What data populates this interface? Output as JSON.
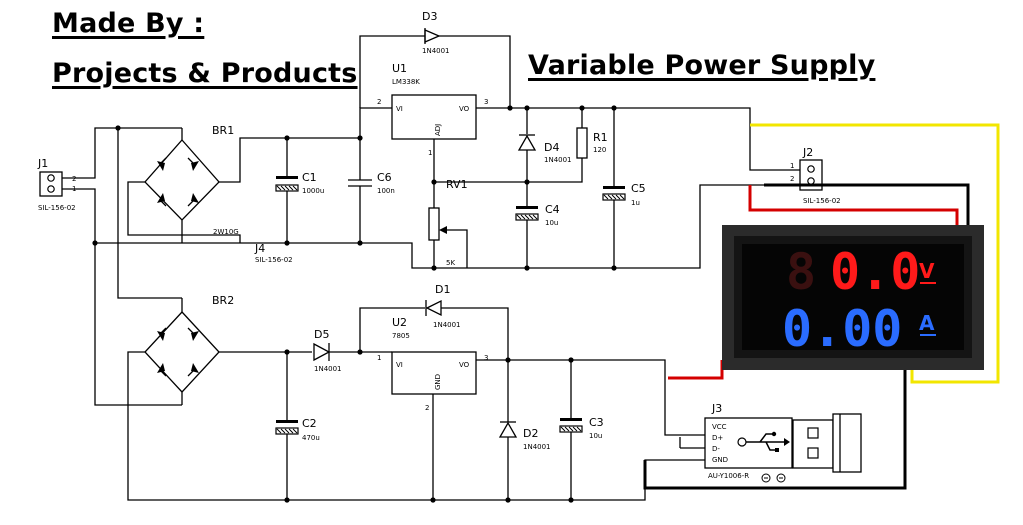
{
  "titles": {
    "made_by": "Made By :",
    "author": "Projects & Products",
    "project": "Variable Power Supply"
  },
  "components": {
    "j1": {
      "ref": "J1",
      "value": "SIL-156-02",
      "pin1": "1",
      "pin2": "2"
    },
    "j2": {
      "ref": "J2",
      "value": "SIL-156-02",
      "pin1": "1",
      "pin2": "2"
    },
    "j3": {
      "ref": "J3",
      "value": "AU-Y1006-R",
      "pins": [
        "VCC",
        "D+",
        "D-",
        "GND"
      ]
    },
    "j4": {
      "ref": "J4",
      "value": "SIL-156-02"
    },
    "br1": {
      "ref": "BR1",
      "value": "2W10G"
    },
    "br2": {
      "ref": "BR2"
    },
    "u1": {
      "ref": "U1",
      "value": "LM338K",
      "vi": "VI",
      "vo": "VO",
      "adj": "ADJ",
      "pin_in": "2",
      "pin_out": "3",
      "pin_adj": "1"
    },
    "u2": {
      "ref": "U2",
      "value": "7805",
      "vi": "VI",
      "vo": "VO",
      "gnd": "GND",
      "pin_in": "1",
      "pin_out": "3",
      "pin_gnd": "2"
    },
    "d1": {
      "ref": "D1",
      "value": "1N4001"
    },
    "d2": {
      "ref": "D2",
      "value": "1N4001"
    },
    "d3": {
      "ref": "D3",
      "value": "1N4001"
    },
    "d4": {
      "ref": "D4",
      "value": "1N4001"
    },
    "d5": {
      "ref": "D5",
      "value": "1N4001"
    },
    "c1": {
      "ref": "C1",
      "value": "1000u"
    },
    "c2": {
      "ref": "C2",
      "value": "470u"
    },
    "c3": {
      "ref": "C3",
      "value": "10u"
    },
    "c4": {
      "ref": "C4",
      "value": "10u"
    },
    "c5": {
      "ref": "C5",
      "value": "1u"
    },
    "c6": {
      "ref": "C6",
      "value": "100n"
    },
    "r1": {
      "ref": "R1",
      "value": "120"
    },
    "rv1": {
      "ref": "RV1",
      "value": "5K"
    }
  },
  "meter": {
    "voltage": "0.0",
    "voltage_dim": "8",
    "current": "0.00",
    "volt_unit": "V",
    "amp_unit": "A",
    "voltage_color": "#ff1a1a",
    "current_color": "#2a6cff"
  },
  "wire_colors": {
    "red": "#d40000",
    "yellow": "#f2e600",
    "black": "#000000"
  }
}
